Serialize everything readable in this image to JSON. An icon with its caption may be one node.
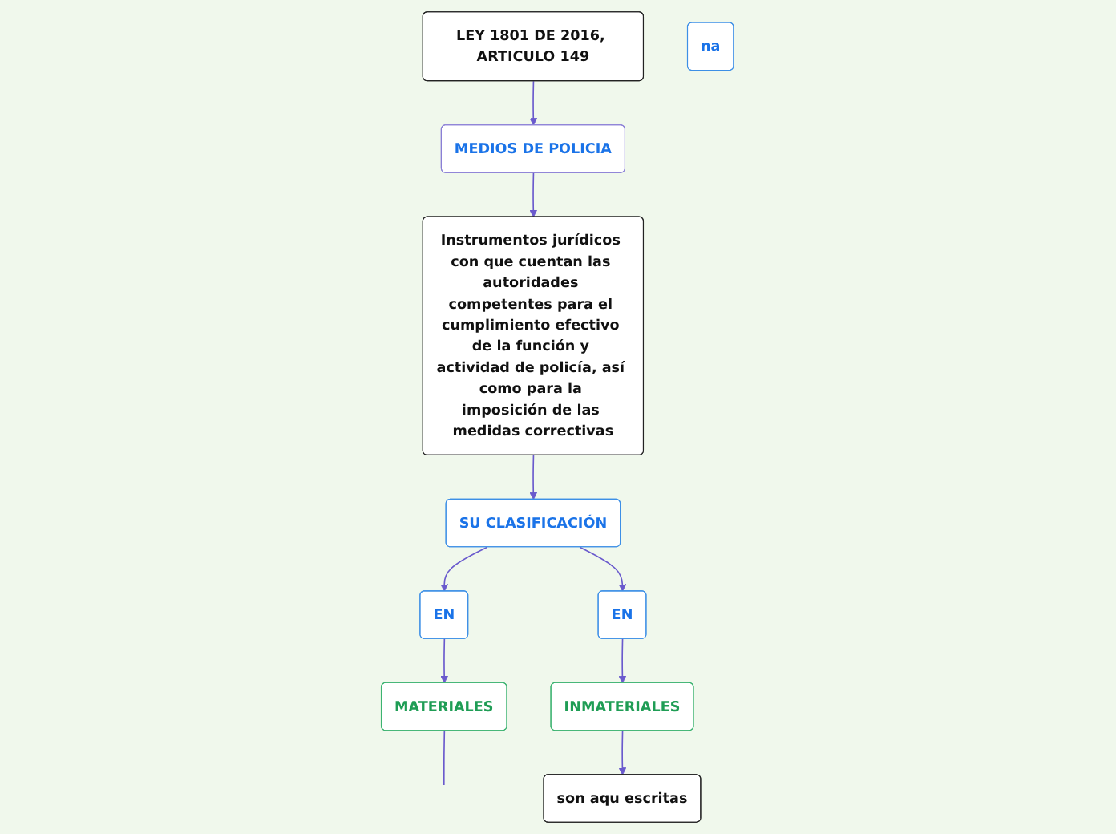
{
  "diagram": {
    "nodes": [
      {
        "text": [
          "LEY 1801 DE 2016, ARTICULO 149"
        ]
      },
      {
        "text": [
          "MEDIOS DE POLICIA"
        ]
      },
      {
        "text": [
          "Instrumentos jurídicos con que cuentan las autoridades competentes para el cumplimiento efectivo de la función y actividad de policía, así como para la imposición de las medidas correctivas"
        ]
      },
      {
        "text": [
          "SU CLASIFICACIÓN"
        ]
      },
      {
        "text": [
          "EN"
        ]
      },
      {
        "text": [
          "EN"
        ]
      },
      {
        "text": [
          "na"
        ]
      },
      {
        "text": [
          "MATERIALES"
        ]
      },
      {
        "text": [
          "INMATERIALES"
        ]
      },
      {
        "text": [
          "son aqu escritas"
        ]
      }
    ],
    "edges": [
      {
        "from": 0,
        "to": 1,
        "arrow": "to"
      },
      {
        "from": 1,
        "to": 2,
        "arrow": "to"
      },
      {
        "from": 2,
        "to": 3,
        "arrow": "to"
      },
      {
        "from": 3,
        "to": 4,
        "arrow": "to"
      },
      {
        "from": 3,
        "to": 5,
        "arrow": "to"
      },
      {
        "from": 4,
        "to": 7,
        "arrow": "to"
      },
      {
        "from": 5,
        "to": 8,
        "arrow": "to"
      },
      {
        "from": 8,
        "to": 9,
        "arrow": "to"
      },
      {
        "from": 7,
        "to": null,
        "arrow": "none"
      }
    ]
  }
}
